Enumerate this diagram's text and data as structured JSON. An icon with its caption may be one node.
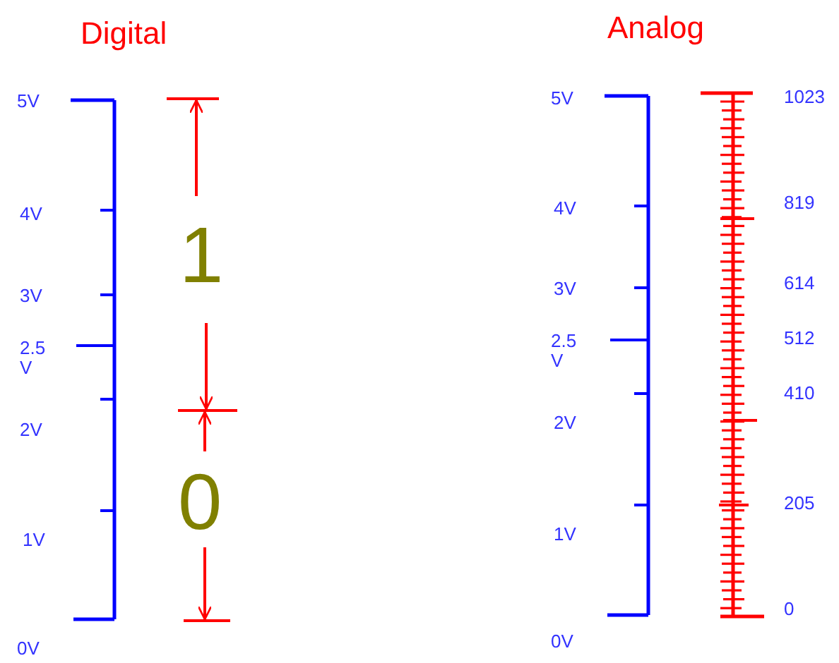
{
  "diagram": {
    "labels": [
      "Digital",
      "Analog",
      "5V",
      "4V",
      "3V",
      "2.5 V",
      "2V",
      "1V",
      "0V",
      "1",
      "0",
      "5V",
      "4V",
      "3V",
      "2.5 V",
      "2V",
      "1V",
      "0V",
      "1023",
      "819",
      "614",
      "512",
      "410",
      "205",
      "0"
    ]
  }
}
